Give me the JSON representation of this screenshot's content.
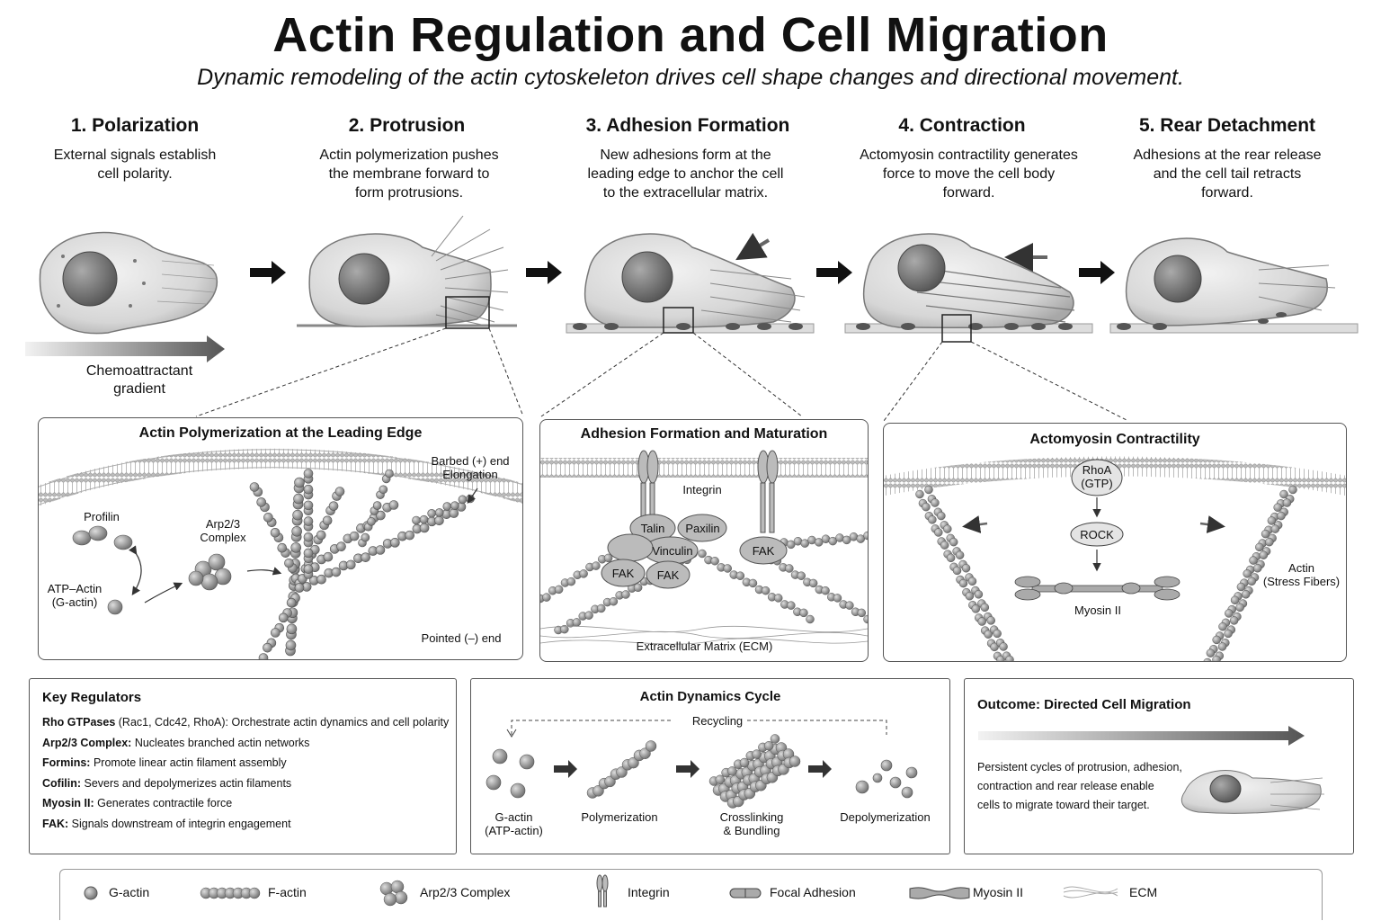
{
  "title": "Actin Regulation and Cell Migration",
  "subtitle": "Dynamic remodeling of the actin cytoskeleton drives cell shape changes and directional movement.",
  "steps": [
    {
      "title": "1. Polarization",
      "desc": [
        "External signals establish",
        "cell polarity."
      ]
    },
    {
      "title": "2. Protrusion",
      "desc": [
        "Actin polymerization pushes",
        "the membrane forward to",
        "form protrusions."
      ]
    },
    {
      "title": "3. Adhesion Formation",
      "desc": [
        "New adhesions form at the",
        "leading edge to anchor the cell",
        "to the extracellular matrix."
      ]
    },
    {
      "title": "4. Contraction",
      "desc": [
        "Actomyosin contractility generates",
        "force to move the cell body",
        "forward."
      ]
    },
    {
      "title": "5. Rear Detachment",
      "desc": [
        "Adhesions at the rear release",
        "and the cell tail retracts",
        "forward."
      ]
    }
  ],
  "gradient_label": [
    "Chemoattractant",
    "gradient"
  ],
  "panel_polymerization": {
    "title": "Actin Polymerization at the Leading Edge",
    "barbed_end": [
      "Barbed (+) end",
      "Elongation"
    ],
    "profilin": "Profilin",
    "arp23": [
      "Arp2/3",
      "Complex"
    ],
    "atp_actin": [
      "ATP–Actin",
      "(G-actin)"
    ],
    "pointed_end": "Pointed (–) end"
  },
  "panel_adhesion": {
    "title": "Adhesion Formation and Maturation",
    "integrin": "Integrin",
    "talin": "Talin",
    "paxilin": "Paxilin",
    "vinculin": "Vinculin",
    "fak1": "FAK",
    "fak2": "FAK",
    "fak3": "FAK",
    "ecm": "Extracellular Matrix (ECM)"
  },
  "panel_contractility": {
    "title": "Actomyosin Contractility",
    "rhoa": [
      "RhoA",
      "(GTP)"
    ],
    "rock": "ROCK",
    "myosin": "Myosin II",
    "actin": [
      "Actin",
      "(Stress Fibers)"
    ]
  },
  "key_regulators": {
    "title": "Key Regulators",
    "items": [
      {
        "name": "Rho GTPases",
        "detail": " (Rac1, Cdc42, RhoA): Orchestrate actin dynamics and cell polarity"
      },
      {
        "name": "Arp2/3 Complex:",
        "detail": " Nucleates branched actin networks"
      },
      {
        "name": "Formins:",
        "detail": " Promote linear actin filament assembly"
      },
      {
        "name": "Cofilin:",
        "detail": " Severs and depolymerizes actin filaments"
      },
      {
        "name": "Myosin II:",
        "detail": " Generates contractile force"
      },
      {
        "name": "FAK:",
        "detail": " Signals downstream of integrin engagement"
      }
    ]
  },
  "dynamics_cycle": {
    "title": "Actin Dynamics Cycle",
    "recycling": "Recycling",
    "stages": [
      [
        "G-actin",
        "(ATP-actin)"
      ],
      [
        "Polymerization"
      ],
      [
        "Crosslinking",
        "& Bundling"
      ],
      [
        "Depolymerization"
      ]
    ]
  },
  "outcome": {
    "title": "Outcome: Directed Cell Migration",
    "text": [
      "Persistent cycles of protrusion, adhesion,",
      "contraction and rear release enable",
      "cells to migrate toward their target."
    ]
  },
  "legend": [
    "G-actin",
    "F-actin",
    "Arp2/3 Complex",
    "Integrin",
    "Focal Adhesion",
    "Myosin II",
    "ECM"
  ],
  "colors": {
    "ink": "#111111",
    "bead": "#8a8a8a",
    "panel_border": "#555555"
  }
}
